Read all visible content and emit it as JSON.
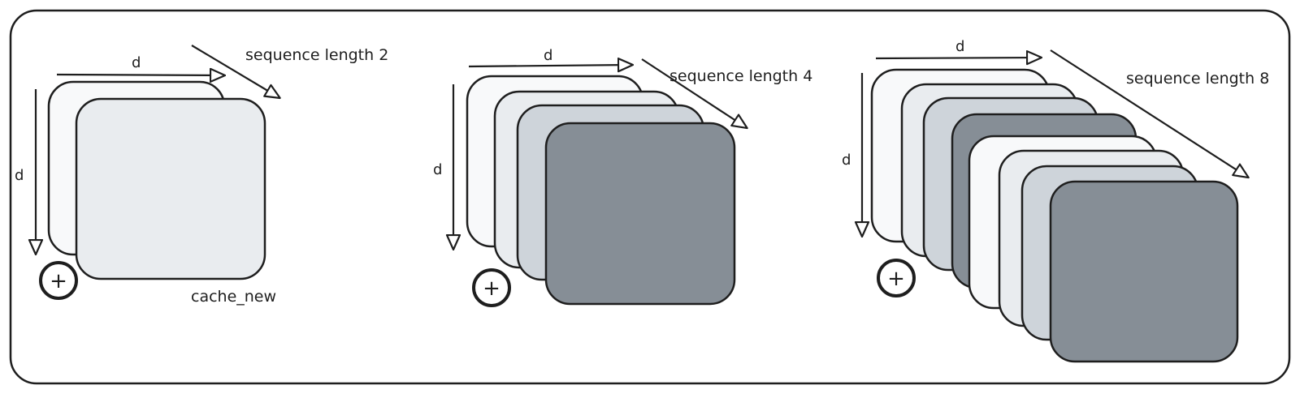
{
  "colors": {
    "stroke": "#1e1e1e",
    "shades": [
      "#f8f9fa",
      "#e9ecef",
      "#ced4da",
      "#868e96"
    ]
  },
  "panels": [
    {
      "seq_label": "sequence length 2",
      "d_top": "d",
      "d_left": "d",
      "cache_label": "cache_new",
      "plus_icon": "+",
      "cards": [
        "#f8f9fa",
        "#e9ecef"
      ]
    },
    {
      "seq_label": "sequence length 4",
      "d_top": "d",
      "d_left": "d",
      "plus_icon": "+",
      "cards": [
        "#f8f9fa",
        "#e9ecef",
        "#ced4da",
        "#868e96"
      ]
    },
    {
      "seq_label": "sequence length 8",
      "d_top": "d",
      "d_left": "d",
      "plus_icon": "+",
      "cards": [
        "#f8f9fa",
        "#e9ecef",
        "#ced4da",
        "#868e96",
        "#f8f9fa",
        "#e9ecef",
        "#ced4da",
        "#868e96"
      ]
    }
  ]
}
